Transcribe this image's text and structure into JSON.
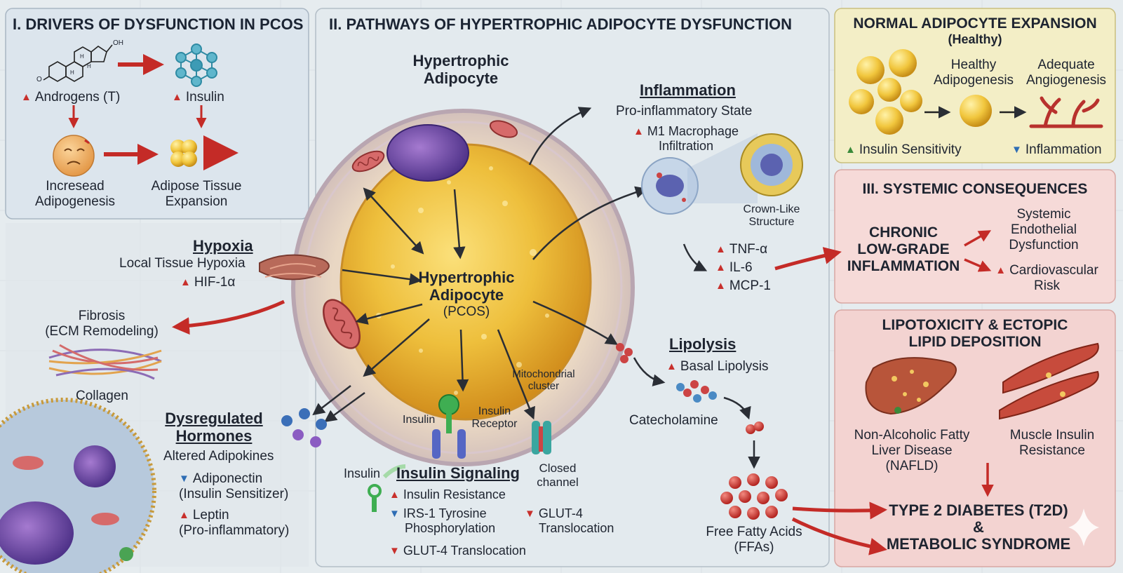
{
  "panel1": {
    "title": "I. DRIVERS OF DYSFUNCTION IN PCOS",
    "androgens": "Androgens (T)",
    "insulin": "Insulin",
    "oh": "OH",
    "o": "O",
    "h1": "H",
    "h2": "H",
    "h3": "H",
    "adipogenesis": [
      "Incresead",
      "Adipogenesis"
    ],
    "expansion": [
      "Adipose Tissue",
      "Expansion"
    ]
  },
  "panel2": {
    "title": "II. PATHWAYS OF HYPERTROPHIC ADIPOCYTE DYSFUNCTION",
    "cell_title": [
      "Hypertrophic",
      "Adipocyte"
    ],
    "center": [
      "Hypertrophic",
      "Adipocyte",
      "(PCOS)"
    ],
    "inflammation": {
      "title": "Inflammation",
      "state": "Pro-inflammatory State",
      "m1": [
        "M1 Macrophage",
        "Infiltration"
      ],
      "crown": [
        "Crown-Like",
        "Structure"
      ],
      "cytokines": [
        "TNF-α",
        "IL-6",
        "MCP-1"
      ]
    },
    "hypoxia": {
      "title": "Hypoxia",
      "local": "Local Tissue Hypoxia",
      "hif": "HIF-1α"
    },
    "fibrosis": [
      "Fibrosis",
      "(ECM Remodeling)"
    ],
    "collagen": "Collagen",
    "hormones": {
      "title": [
        "Dysregulated",
        "Hormones"
      ],
      "altered": "Altered Adipokines",
      "adiponectin": [
        "Adiponectin",
        "(Insulin Sensitizer)"
      ],
      "leptin": [
        "Leptin",
        "(Pro-inflammatory)"
      ]
    },
    "mito": [
      "Mitochondrial",
      "cluster"
    ],
    "insulin_label": "Insulin",
    "insulin_receptor": [
      "Insulin",
      "Receptor"
    ],
    "insulin_key": "Insulin",
    "closed": [
      "Closed",
      "channel"
    ],
    "signaling": {
      "title": "Insulin Signaling",
      "resistance": "Insulin Resistance",
      "irs": [
        "IRS-1 Tyrosine",
        "Phosphorylation"
      ],
      "glut_a": [
        "GLUT-4",
        "Translocation"
      ],
      "glut_b": "GLUT-4 Translocation"
    },
    "lipolysis": {
      "title": "Lipolysis",
      "basal": "Basal Lipolysis",
      "cate": "Catecholamine",
      "ffa": [
        "Free Fatty Acids",
        "(FFAs)"
      ]
    }
  },
  "panel3": {
    "title": "NORMAL ADIPOCYTE EXPANSION",
    "sub": "(Healthy)",
    "healthy": [
      "Healthy",
      "Adipogenesis"
    ],
    "adequate": [
      "Adequate",
      "Angiogenesis"
    ],
    "sens": "Insulin Sensitivity",
    "infl": "Inflammation"
  },
  "panel4": {
    "title": "III. SYSTEMIC CONSEQUENCES",
    "chronic": [
      "CHRONIC",
      "LOW-GRADE",
      "INFLAMMATION"
    ],
    "endo": [
      "Systemic",
      "Endothelial",
      "Dysfunction"
    ],
    "cardio": [
      "Cardiovascular",
      "Risk"
    ]
  },
  "panel5": {
    "title": [
      "LIPOTOXICITY & ECTOPIC",
      "LIPID DEPOSITION"
    ],
    "nafld": [
      "Non-Alcoholic Fatty",
      "Liver Disease",
      "(NAFLD)"
    ],
    "muscle": [
      "Muscle Insulin",
      "Resistance"
    ],
    "t2d": [
      "TYPE 2 DIABETES (T2D)",
      "&",
      "METABOLIC SYNDROME"
    ]
  },
  "colors": {
    "up_arrow": "#c8302c",
    "down_arrow": "#2e6db4",
    "panel1_bg": "#dbe4ec",
    "panel3_bg": "#f4efc4",
    "panel4_bg": "#f5d6d4",
    "fat": "#e8b73a"
  }
}
